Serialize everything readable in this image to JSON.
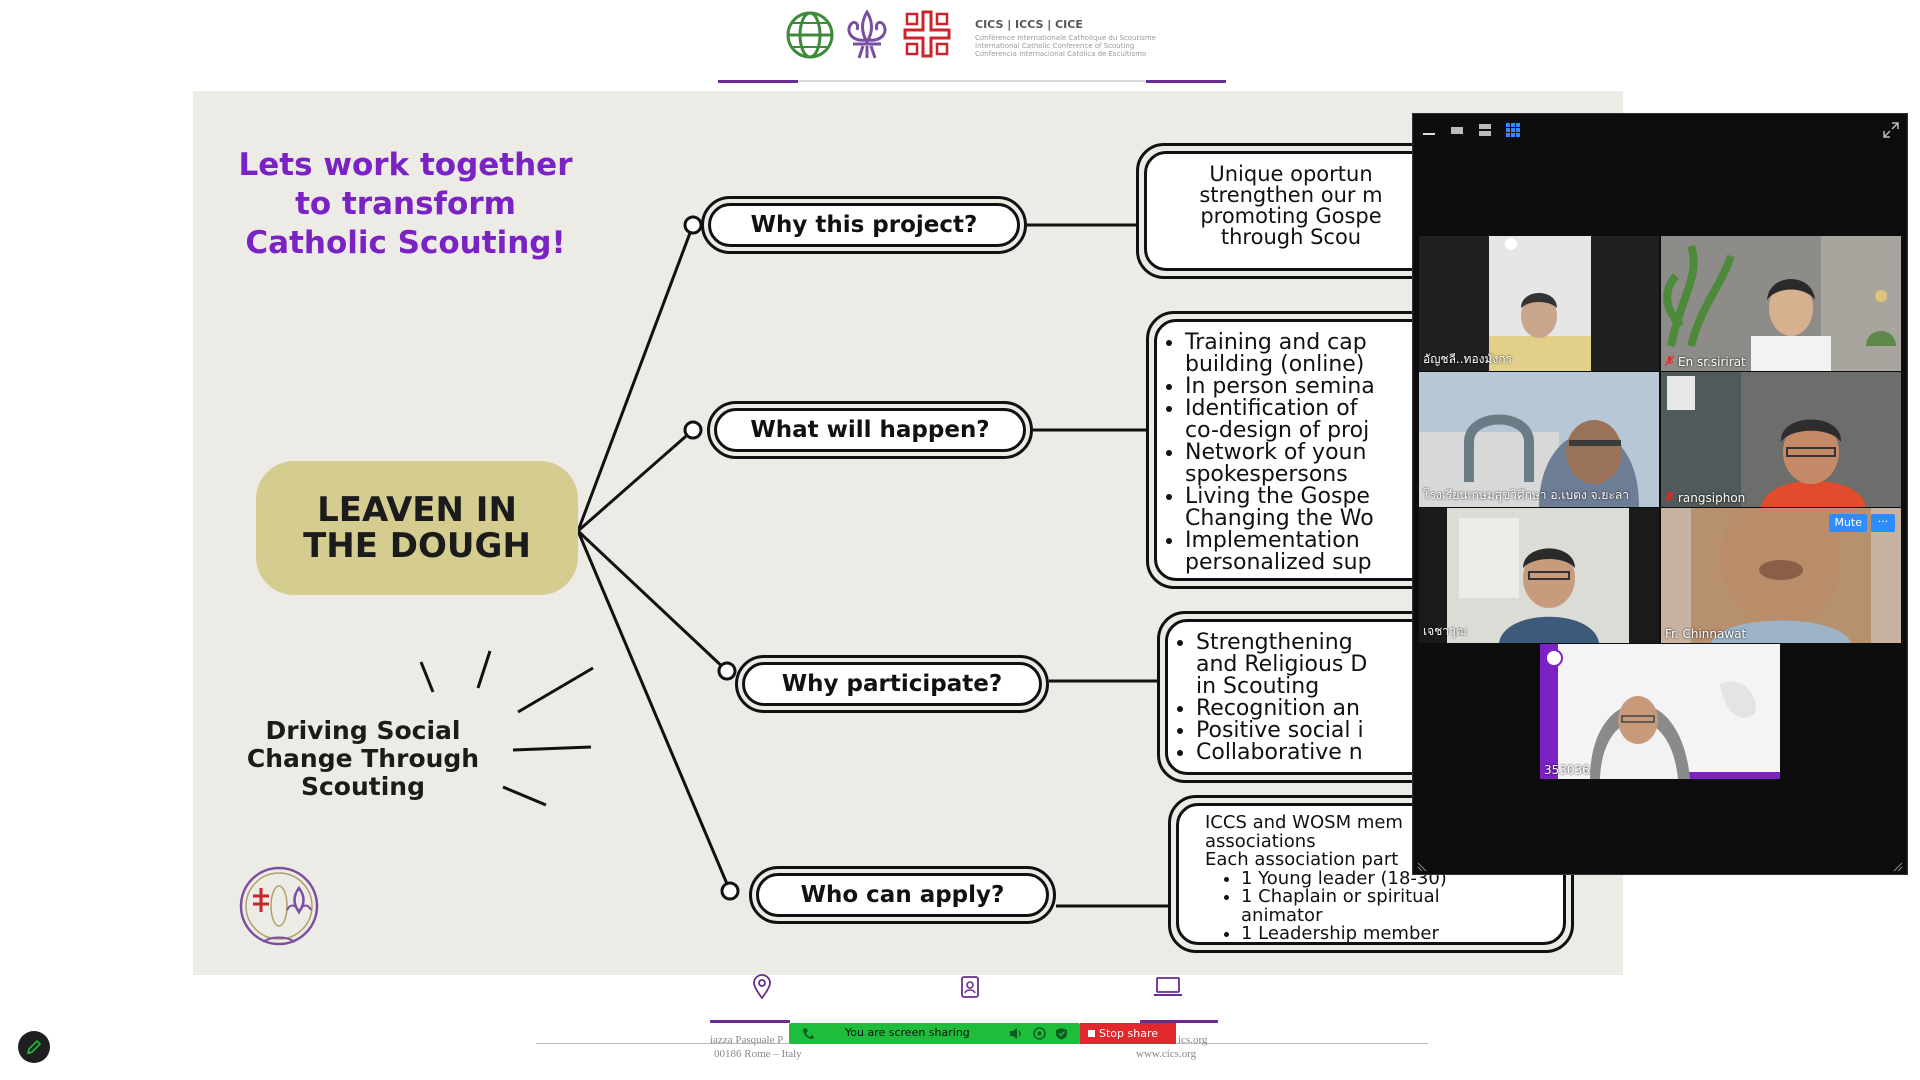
{
  "header": {
    "org_codes": "CICS | ICCS | CICE",
    "org_lines": [
      "Conférence Internationale Catholique du Scoutisme",
      "International Catholic Conference of Scouting",
      "Conferencia Internacional Católica de Escultismo"
    ]
  },
  "slide": {
    "title_lines": [
      "Lets work together",
      "to transform",
      "Catholic Scouting!"
    ],
    "hub_lines": [
      "LEAVEN IN",
      "THE DOUGH"
    ],
    "tagline_lines": [
      "Driving Social",
      "Change Through",
      "Scouting"
    ],
    "branches": [
      {
        "label": "Why this project?"
      },
      {
        "label": "What will happen?"
      },
      {
        "label": "Why participate?"
      },
      {
        "label": "Who can apply?"
      }
    ],
    "details": {
      "why_project": [
        "Unique oportun",
        "strengthen our m",
        "promoting Gospe",
        "through Scou"
      ],
      "what_happen": [
        "Training and cap",
        "building (online)",
        "In person semina",
        "Identification of",
        "co-design of proj",
        "Network of youn",
        "spokespersons",
        "Living the Gospe",
        "Changing the Wo",
        "Implementation",
        "personalized sup"
      ],
      "why_participate": [
        "Strengthening",
        "and Religious D",
        "in Scouting",
        "Recognition an",
        "Positive social i",
        "Collaborative n"
      ],
      "who_apply_intro": [
        "ICCS and WOSM mem",
        "associations",
        "Each association part"
      ],
      "who_apply_items": [
        "1 Young leader (18-30)",
        "1 Chaplain or spiritual",
        "animator",
        "1 Leadership member"
      ]
    }
  },
  "footer": {
    "address_line1": "iazza Pasquale P",
    "address_line2": "00186 Rome – Italy",
    "web_line1": "ics.org",
    "web_line2": "www.cics.org"
  },
  "share_bar": {
    "status": "You are screen sharing",
    "stop_label": "Stop share"
  },
  "meeting": {
    "participants": [
      {
        "name": "อัญชลี..ทองมังกร",
        "muted": false
      },
      {
        "name": "En sr.sirirat",
        "muted": true
      },
      {
        "name": "โรงเรียนเกษมสุขวิศึกษา อ.เบตง จ.ยะลา",
        "muted": false
      },
      {
        "name": "rangsiphon",
        "muted": true
      },
      {
        "name": "เจชาวุฒ",
        "muted": false
      },
      {
        "name": "Fr. Chinnawat",
        "muted": false
      },
      {
        "name": "353036",
        "muted": false
      }
    ],
    "mute_label": "Mute",
    "more_label": "···"
  },
  "colors": {
    "accent_purple": "#6a2c91",
    "title_purple": "#7a22c4",
    "hub_fill": "#d4cd8f",
    "share_green": "#1ebd3c",
    "stop_red": "#e0282d",
    "speaker_outline": "#22cc66",
    "zoom_blue": "#2d8cff"
  }
}
